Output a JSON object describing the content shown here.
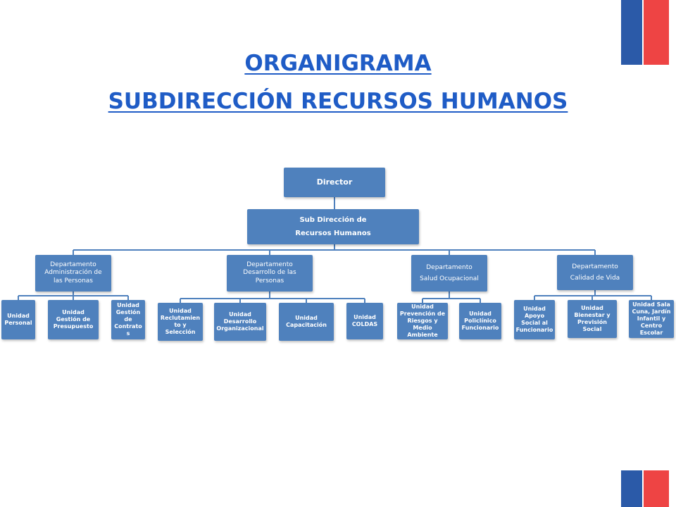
{
  "title": {
    "line1": "ORGANIGRAMA",
    "line2": "SUBDIRECCIÓN RECURSOS HUMANOS"
  },
  "colors": {
    "title": "#1f5cc6",
    "box": "#4f81bd",
    "connector": "#4f81bd",
    "flag_blue": "#2b5aa8",
    "flag_red": "#ee4444"
  },
  "org": {
    "director": "Director",
    "subdireccion": "Sub Dirección de\nRecursos Humanos",
    "departments": [
      {
        "label": "Departamento\nAdministración de\nlas Personas",
        "units": [
          "Unidad\nPersonal",
          "Unidad\nGestión de\nPresupuesto",
          "Unidad\nGestión\nde\nContrato\ns"
        ]
      },
      {
        "label": "Departamento\nDesarrollo de las\nPersonas",
        "units": [
          "Unidad\nReclutamien\nto y\nSelección",
          "Unidad\nDesarrollo\nOrganizacional",
          "Unidad\nCapacitación",
          "Unidad\nCOLDAS"
        ]
      },
      {
        "label": "Departamento\nSalud Ocupacional",
        "units": [
          "Unidad\nPrevención de\nRiesgos y\nMedio\nAmbiente",
          "Unidad\nPoliclínico\nFuncionario"
        ]
      },
      {
        "label": "Departamento\nCalidad de Vida",
        "units": [
          "Unidad\nApoyo\nSocial al\nFuncionario",
          "Unidad\nBienestar y\nPrevisión\nSocial",
          "Unidad Sala\nCuna, Jardín\nInfantil y\nCentro\nEscolar"
        ]
      }
    ]
  }
}
